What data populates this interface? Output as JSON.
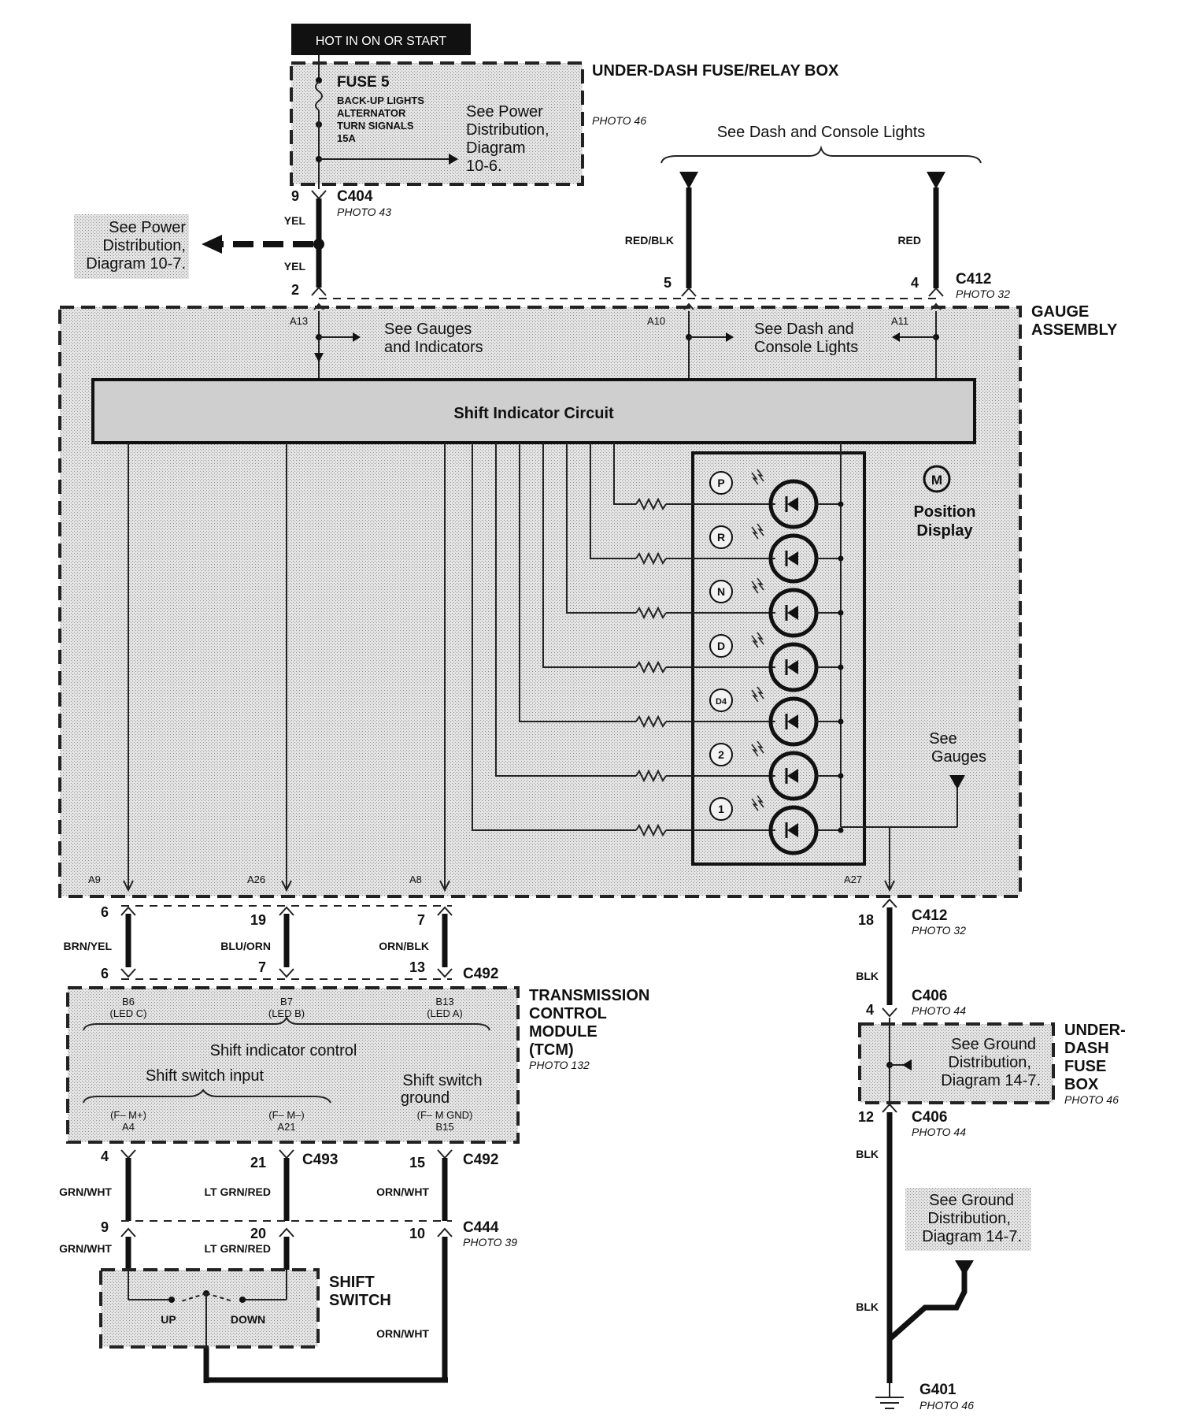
{
  "header": {
    "hot_label": "HOT IN ON OR START"
  },
  "underdash_box": {
    "name": "UNDER-DASH FUSE/RELAY BOX",
    "photo": "PHOTO 46",
    "fuse_name": "FUSE 5",
    "fuse_desc": [
      "BACK-UP LIGHTS",
      "ALTERNATOR",
      "TURN SIGNALS",
      "15A"
    ],
    "see_text": [
      "See Power",
      "Distribution,",
      "Diagram",
      "10-6."
    ]
  },
  "see_power_left": [
    "See Power",
    "Distribution,",
    "Diagram 10-7."
  ],
  "see_dash_top": "See Dash and Console Lights",
  "connectors": {
    "c404": {
      "name": "C404",
      "photo": "PHOTO 43",
      "pin_top": "9",
      "pin_bottom": "2"
    },
    "c412_top": {
      "name": "C412",
      "photo": "PHOTO 32",
      "pin_left": "5",
      "pin_right": "4"
    },
    "c412_bottom": {
      "name": "C412",
      "photo": "PHOTO 32",
      "pin": "18"
    },
    "c492_top": {
      "name": "C492",
      "pins_top": [
        "6",
        "19",
        "7"
      ],
      "pins_bottom": [
        "6",
        "7",
        "13"
      ]
    },
    "c406_top": {
      "name": "C406",
      "photo": "PHOTO 44",
      "pin": "4"
    },
    "c406_bottom": {
      "name": "C406",
      "photo": "PHOTO 44",
      "pin": "12"
    },
    "c493": {
      "name": "C493"
    },
    "c492_bottom": {
      "name": "C492"
    },
    "c444": {
      "name": "C444",
      "photo": "PHOTO 39"
    },
    "tcm_pins_top": [
      "4",
      "21",
      "15"
    ],
    "tcm_pins_bottom": [
      "9",
      "20",
      "10"
    ],
    "g401": {
      "name": "G401",
      "photo": "PHOTO 46"
    }
  },
  "wire_colors": {
    "yel": "YEL",
    "red_blk": "RED/BLK",
    "red": "RED",
    "brn_yel": "BRN/YEL",
    "blu_orn": "BLU/ORN",
    "orn_blk": "ORN/BLK",
    "blk": "BLK",
    "grn_wht": "GRN/WHT",
    "lt_grn_red": "LT GRN/RED",
    "orn_wht": "ORN/WHT"
  },
  "gauge_assembly": {
    "name": [
      "GAUGE",
      "ASSEMBLY"
    ],
    "pins": {
      "a13": "A13",
      "a10": "A10",
      "a11": "A11",
      "a9": "A9",
      "a26": "A26",
      "a8": "A8",
      "a27": "A27"
    },
    "see_gauges_indicators": [
      "See Gauges",
      "and Indicators"
    ],
    "see_dash_console": [
      "See Dash and",
      "Console Lights"
    ],
    "shift_indicator": "Shift Indicator Circuit",
    "position_display": [
      "Position",
      "Display"
    ],
    "position_display_symbol": "M",
    "see_gauges": [
      "See",
      "Gauges"
    ],
    "positions": [
      "P",
      "R",
      "N",
      "D",
      "D4",
      "2",
      "1"
    ]
  },
  "tcm": {
    "name": [
      "TRANSMISSION",
      "CONTROL",
      "MODULE",
      "(TCM)"
    ],
    "photo": "PHOTO 132",
    "pins_top": [
      {
        "id": "B6",
        "desc": "(LED C)"
      },
      {
        "id": "B7",
        "desc": "(LED B)"
      },
      {
        "id": "B13",
        "desc": "(LED A)"
      }
    ],
    "shift_indicator_control": "Shift indicator control",
    "shift_switch_input": "Shift switch input",
    "shift_switch_ground": [
      "Shift switch",
      "ground"
    ],
    "pins_bottom": [
      {
        "id": "A4",
        "desc": "(F– M+)"
      },
      {
        "id": "A21",
        "desc": "(F– M–)"
      },
      {
        "id": "B15",
        "desc": "(F– M GND)"
      }
    ]
  },
  "underdash_fuse_box": {
    "name": [
      "UNDER-",
      "DASH",
      "FUSE",
      "BOX"
    ],
    "photo": "PHOTO 46",
    "see_text": [
      "See Ground",
      "Distribution,",
      "Diagram 14-7."
    ]
  },
  "see_ground_lower": [
    "See Ground",
    "Distribution,",
    "Diagram 14-7."
  ],
  "shift_switch": {
    "name": [
      "SHIFT",
      "SWITCH"
    ],
    "up": "UP",
    "down": "DOWN"
  }
}
